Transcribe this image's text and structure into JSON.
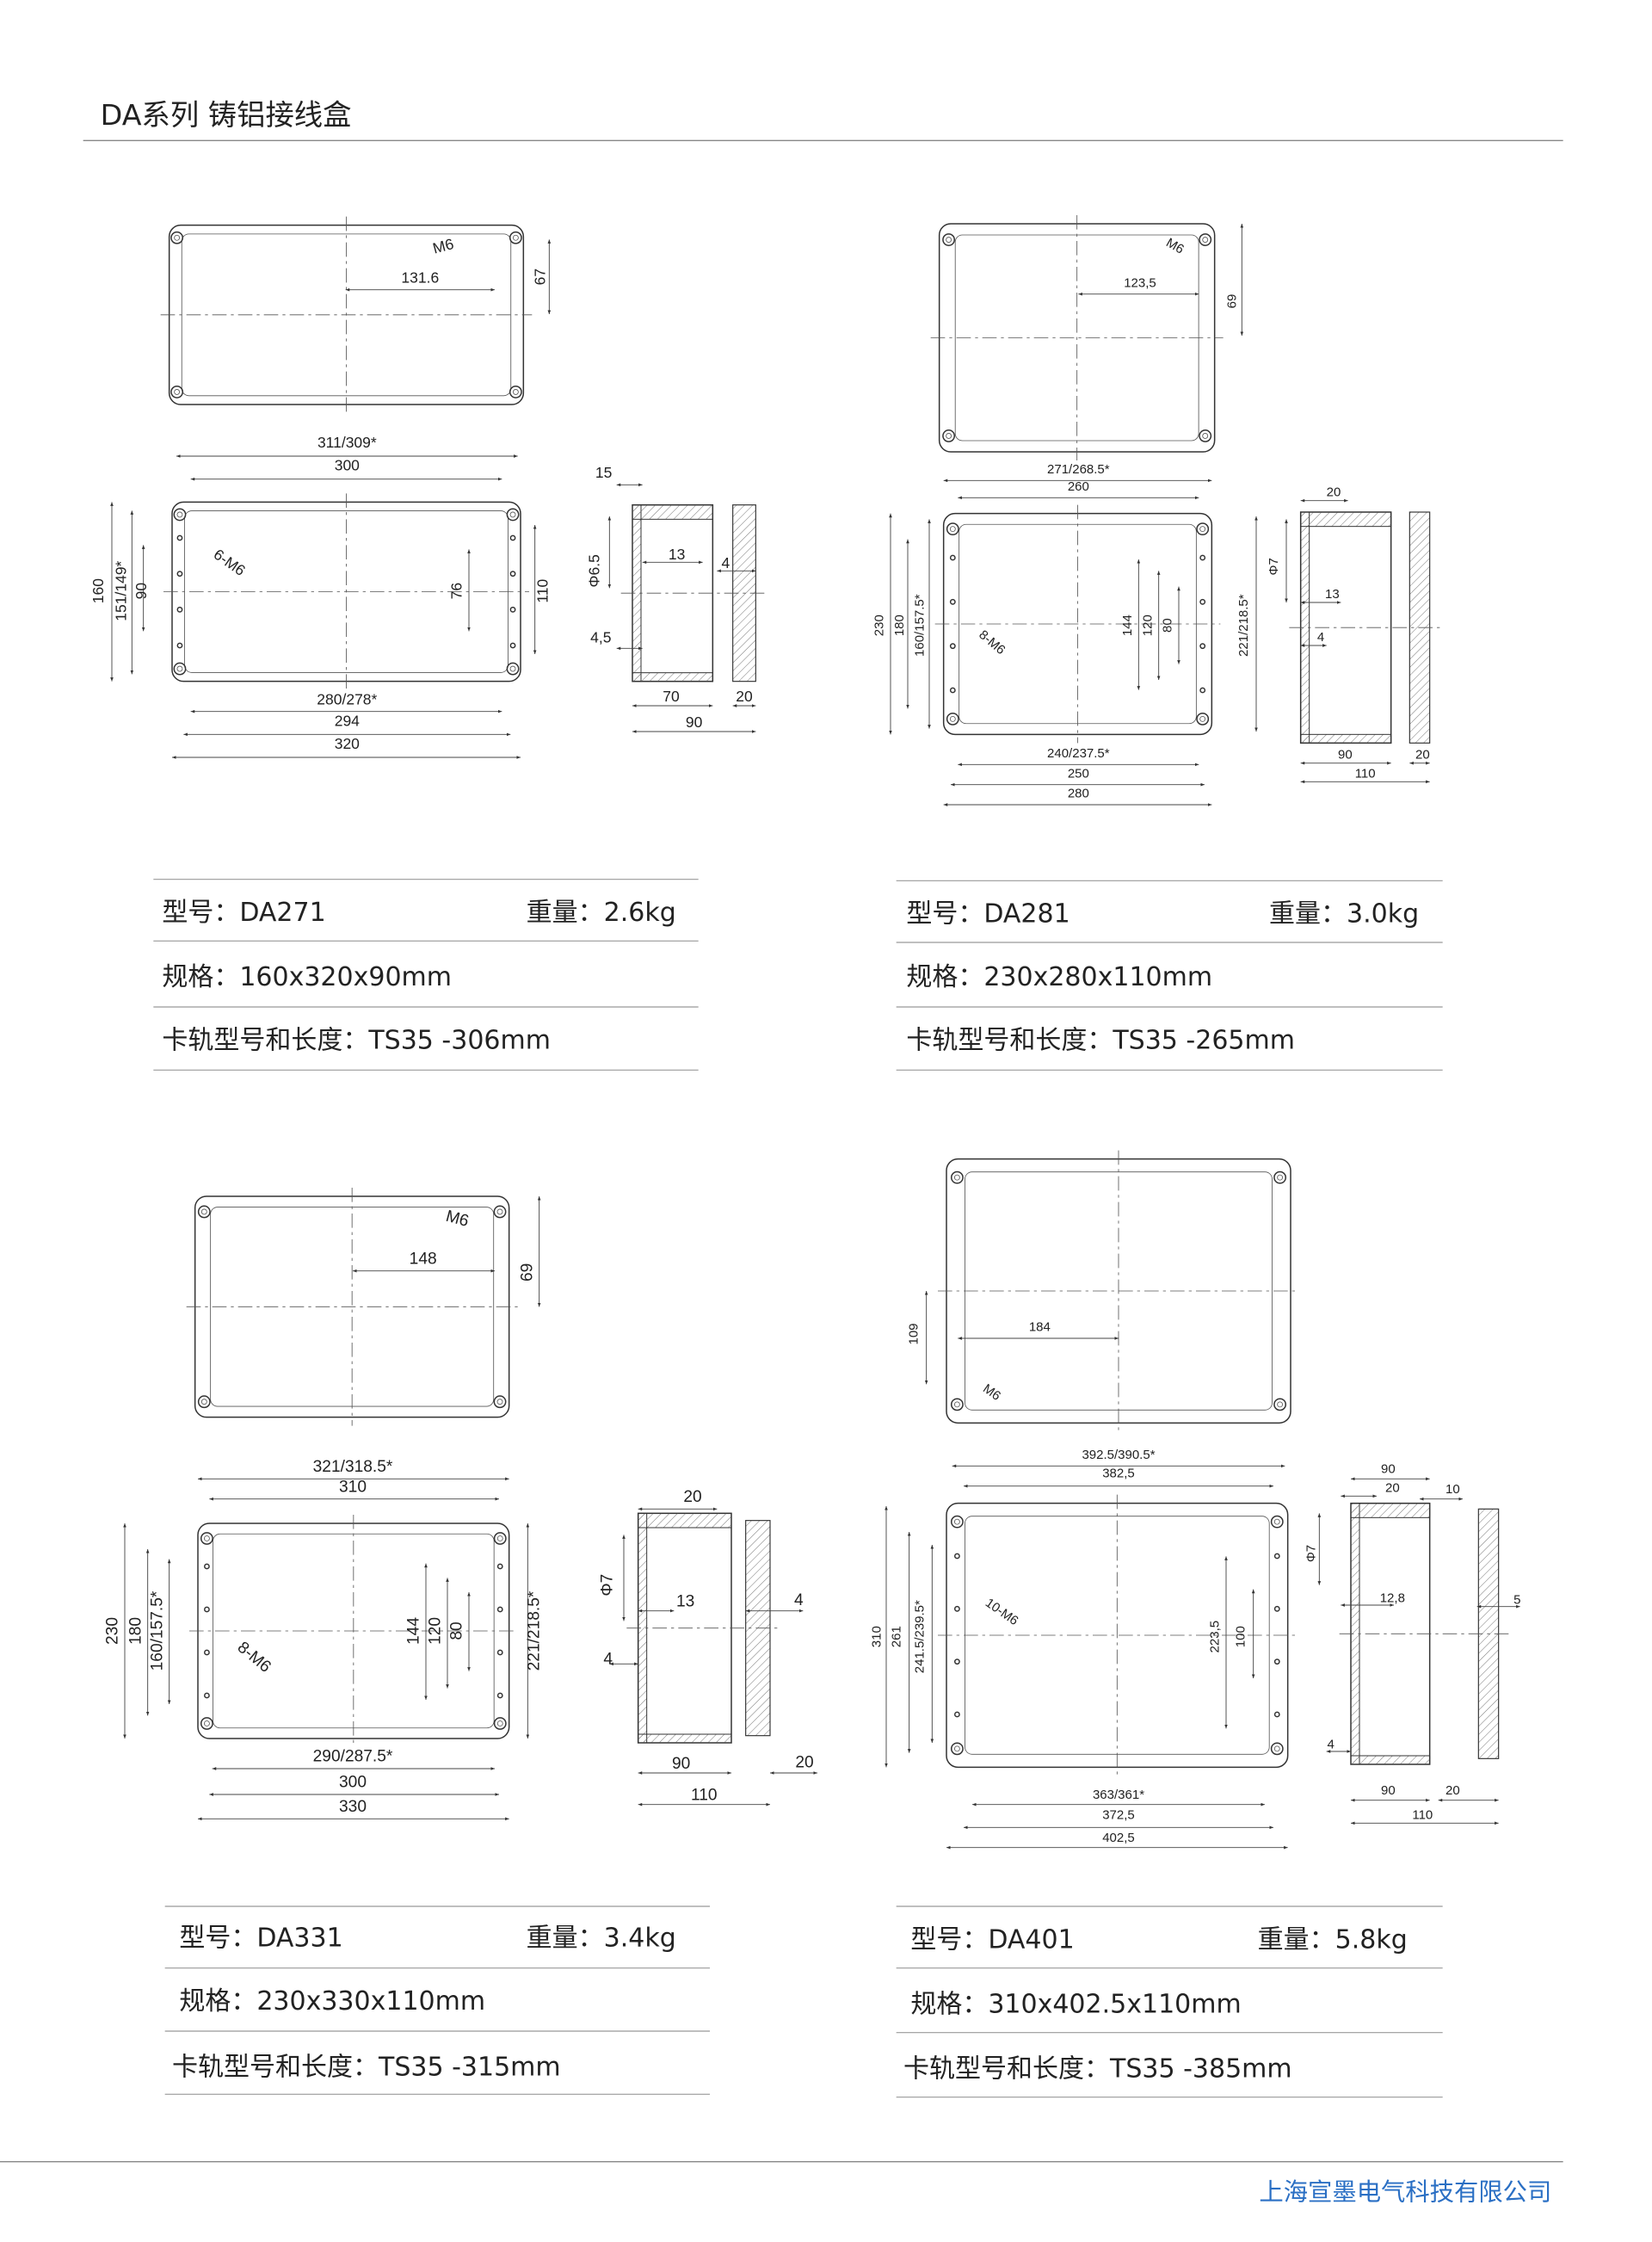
{
  "header": {
    "title": "DA系列  铸铝接线盒"
  },
  "footer": {
    "company": "上海宣墨电气科技有限公司",
    "company_color": "#2a6fc4"
  },
  "products": [
    {
      "model": "型号：DA271",
      "weight": "重量：2.6kg",
      "spec": "规格：160x320x90mm",
      "rail": "卡轨型号和长度：TS35 -306mm",
      "dims": [
        "M6",
        "131.6",
        "67",
        "311/309*",
        "300",
        "160",
        "151/149*",
        "90",
        "6-M6",
        "76",
        "110",
        "280/278*",
        "294",
        "320",
        "15",
        "Φ6.5",
        "13",
        "4",
        "4,5",
        "70",
        "20",
        "90"
      ]
    },
    {
      "model": "型号：DA281",
      "weight": "重量：3.0kg",
      "spec": "规格：230x280x110mm",
      "rail": "卡轨型号和长度：TS35 -265mm",
      "dims": [
        "M6",
        "123,5",
        "69",
        "271/268.5*",
        "260",
        "230",
        "180",
        "160/157.5*",
        "8-M6",
        "144",
        "120",
        "80",
        "221/218.5*",
        "240/237.5*",
        "250",
        "280",
        "20",
        "Φ7",
        "13",
        "4",
        "90",
        "20",
        "110"
      ]
    },
    {
      "model": "型号：DA331",
      "weight": "重量：3.4kg",
      "spec": "规格：230x330x110mm",
      "rail": "卡轨型号和长度：TS35 -315mm",
      "dims": [
        "M6",
        "148",
        "69",
        "321/318.5*",
        "310",
        "230",
        "180",
        "160/157.5*",
        "8-M6",
        "144",
        "120",
        "80",
        "221/218.5*",
        "290/287.5*",
        "300",
        "330",
        "20",
        "Φ7",
        "13",
        "4",
        "4",
        "90",
        "20",
        "110"
      ]
    },
    {
      "model": "型号：DA401",
      "weight": "重量：5.8kg",
      "spec": "规格：310x402.5x110mm",
      "rail": "卡轨型号和长度：TS35 -385mm",
      "dims": [
        "M6",
        "184",
        "109",
        "392.5/390.5*",
        "382,5",
        "310",
        "261",
        "241.5/239.5*",
        "10-M6",
        "223,5",
        "100",
        "363/361*",
        "372,5",
        "402,5",
        "90",
        "20",
        "10",
        "Φ7",
        "12,8",
        "5",
        "4",
        "90",
        "20",
        "110"
      ]
    }
  ]
}
